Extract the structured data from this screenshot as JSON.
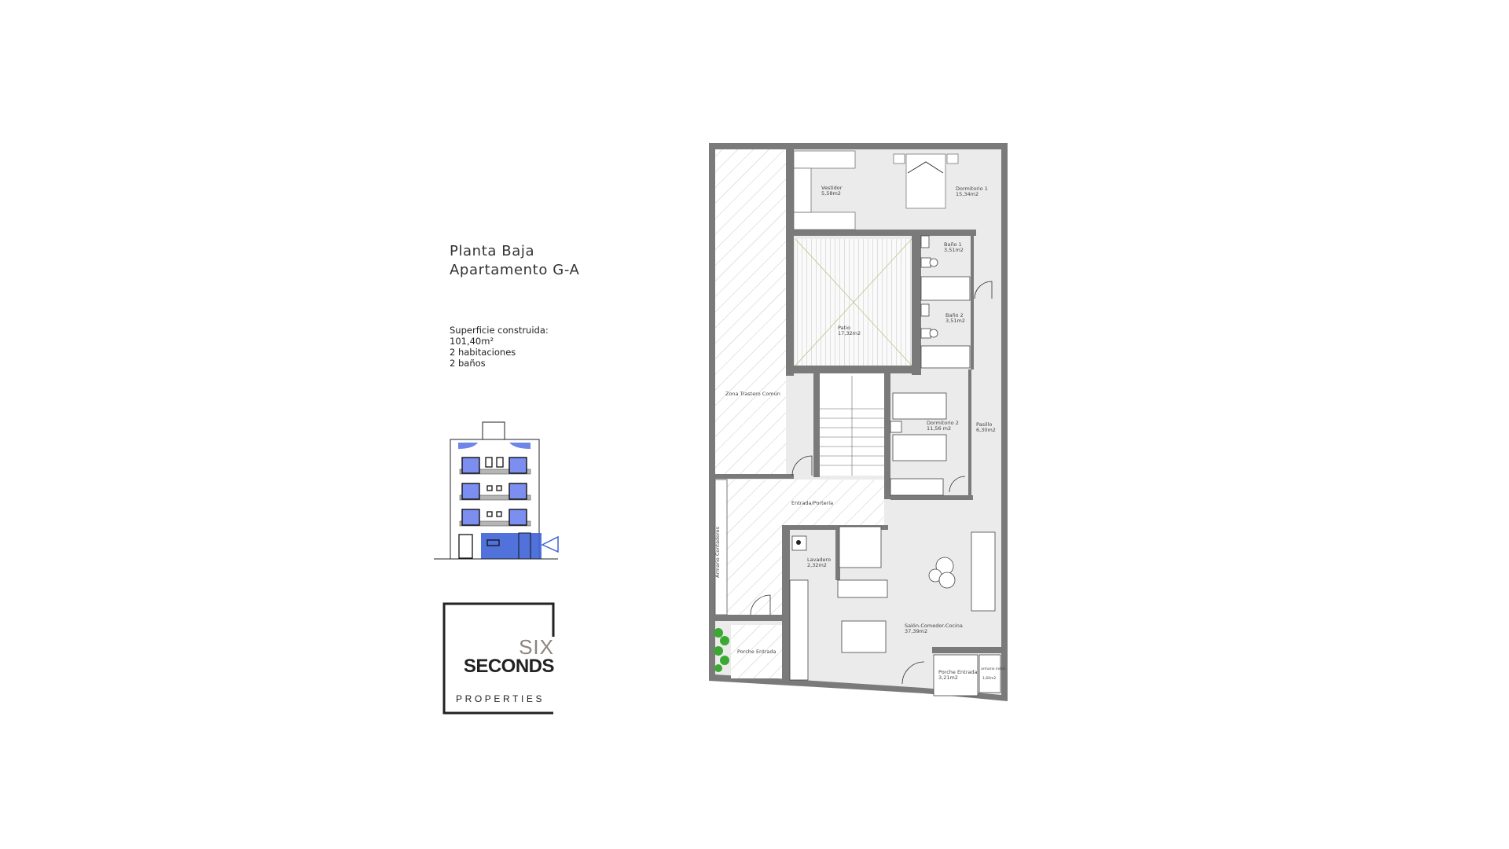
{
  "header": {
    "line1": "Planta Baja",
    "line2": "Apartamento G-A"
  },
  "details": {
    "label": "Superficie construida:",
    "area": "101,40m²",
    "rooms": "2 habitaciones",
    "baths": "2 baños"
  },
  "logo": {
    "six": "SIX",
    "seconds": "SECONDS",
    "properties": "PROPERTIES"
  },
  "colors": {
    "wall": "#7a7a7a",
    "floor": "#ebebeb",
    "highlight": "#3d63d6",
    "plant": "#3aa832"
  },
  "rooms": {
    "vestidor": {
      "name": "Vestidor",
      "area": "5,58m2"
    },
    "dorm1": {
      "name": "Dormitorio 1",
      "area": "15,34m2"
    },
    "bano1": {
      "name": "Baño 1",
      "area": "3,51m2"
    },
    "bano2": {
      "name": "Baño 2",
      "area": "3,51m2"
    },
    "patio": {
      "name": "Patio",
      "area": "17,32m2"
    },
    "trastero": {
      "name": "Zona Trastero Común"
    },
    "dorm2": {
      "name": "Dormitorio 2",
      "area": "11,56 m2"
    },
    "pasillo": {
      "name": "Pasillo",
      "area": "6,30m2"
    },
    "entrada": {
      "name": "Entrada/Portería"
    },
    "lavadero": {
      "name": "Lavadero",
      "area": "2,32m2"
    },
    "contadores": {
      "name": "Armario Contadores"
    },
    "salon": {
      "name": "Salón-Comedor-Cocina",
      "area": "37,39m2"
    },
    "porche1": {
      "name": "Porche Entrada"
    },
    "porche2": {
      "name": "Porche Entrada",
      "area": "3,21m2"
    },
    "armario": {
      "name": "armario instal.",
      "area": "1,60m2"
    }
  }
}
